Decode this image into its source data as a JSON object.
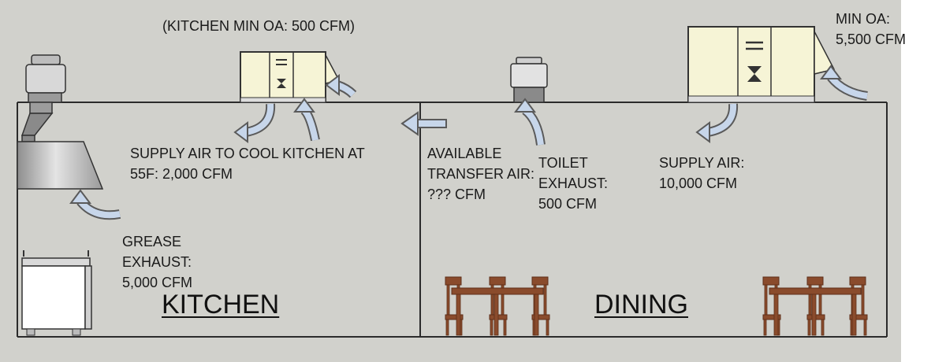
{
  "labels": {
    "kitchen_min_oa": "(KITCHEN MIN OA: 500 CFM)",
    "dining_min_oa": "MIN OA:\n5,500 CFM",
    "kitchen_supply": "SUPPLY AIR TO COOL KITCHEN AT\n55F: 2,000 CFM",
    "transfer_air": "AVAILABLE\nTRANSFER AIR:\n??? CFM",
    "toilet_exhaust": "TOILET\nEXHAUST:\n500 CFM",
    "dining_supply": "SUPPLY AIR:\n10,000 CFM",
    "grease_exhaust": "GREASE\nEXHAUST:\n5,000 CFM"
  },
  "rooms": {
    "kitchen": "KITCHEN",
    "dining": "DINING"
  },
  "colors": {
    "background": "#d1d1cc",
    "frame": "#2b2b2b",
    "arrow_fill": "#c7d6ea",
    "arrow_stroke": "#5a5a5a",
    "unit_fill": "#f6f4d6",
    "hood_light": "#e4e4e4",
    "hood_dark": "#8e8e8e",
    "wood": "#8a4b2c",
    "wood_dark": "#5e2f1a"
  }
}
